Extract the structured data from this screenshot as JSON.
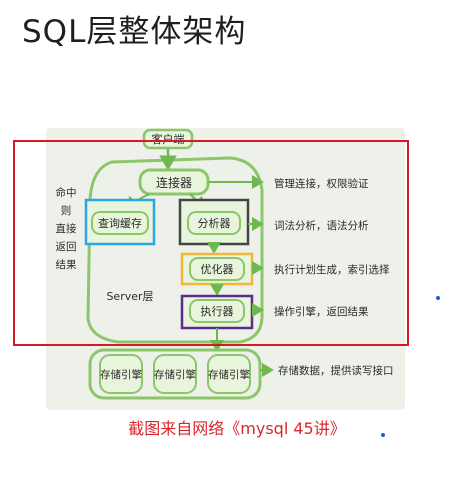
{
  "title": "SQL层整体架构",
  "caption": "截图来自网络《mysql 45讲》",
  "diagram": {
    "client": "客户端",
    "connector": "连接器",
    "cache": "查询缓存",
    "analyzer": "分析器",
    "optimizer": "优化器",
    "executor": "执行器",
    "server_layer": "Server层",
    "engines": [
      "存储引擎",
      "存储引擎",
      "存储引擎"
    ],
    "left_note": [
      "命中",
      "则",
      "直接",
      "返回",
      "结果"
    ],
    "notes": {
      "connector": "管理连接，权限验证",
      "analyzer": "词法分析，语法分析",
      "optimizer": "执行计划生成，索引选择",
      "executor": "操作引擎，返回结果",
      "engine": "存储数据，提供读写接口"
    }
  },
  "colors": {
    "red": "#d21b26",
    "green": "#8cc66a",
    "blue": "#2aa8e0",
    "gray": "#444444",
    "orange": "#f3b63c",
    "purple": "#5b2c8a"
  }
}
